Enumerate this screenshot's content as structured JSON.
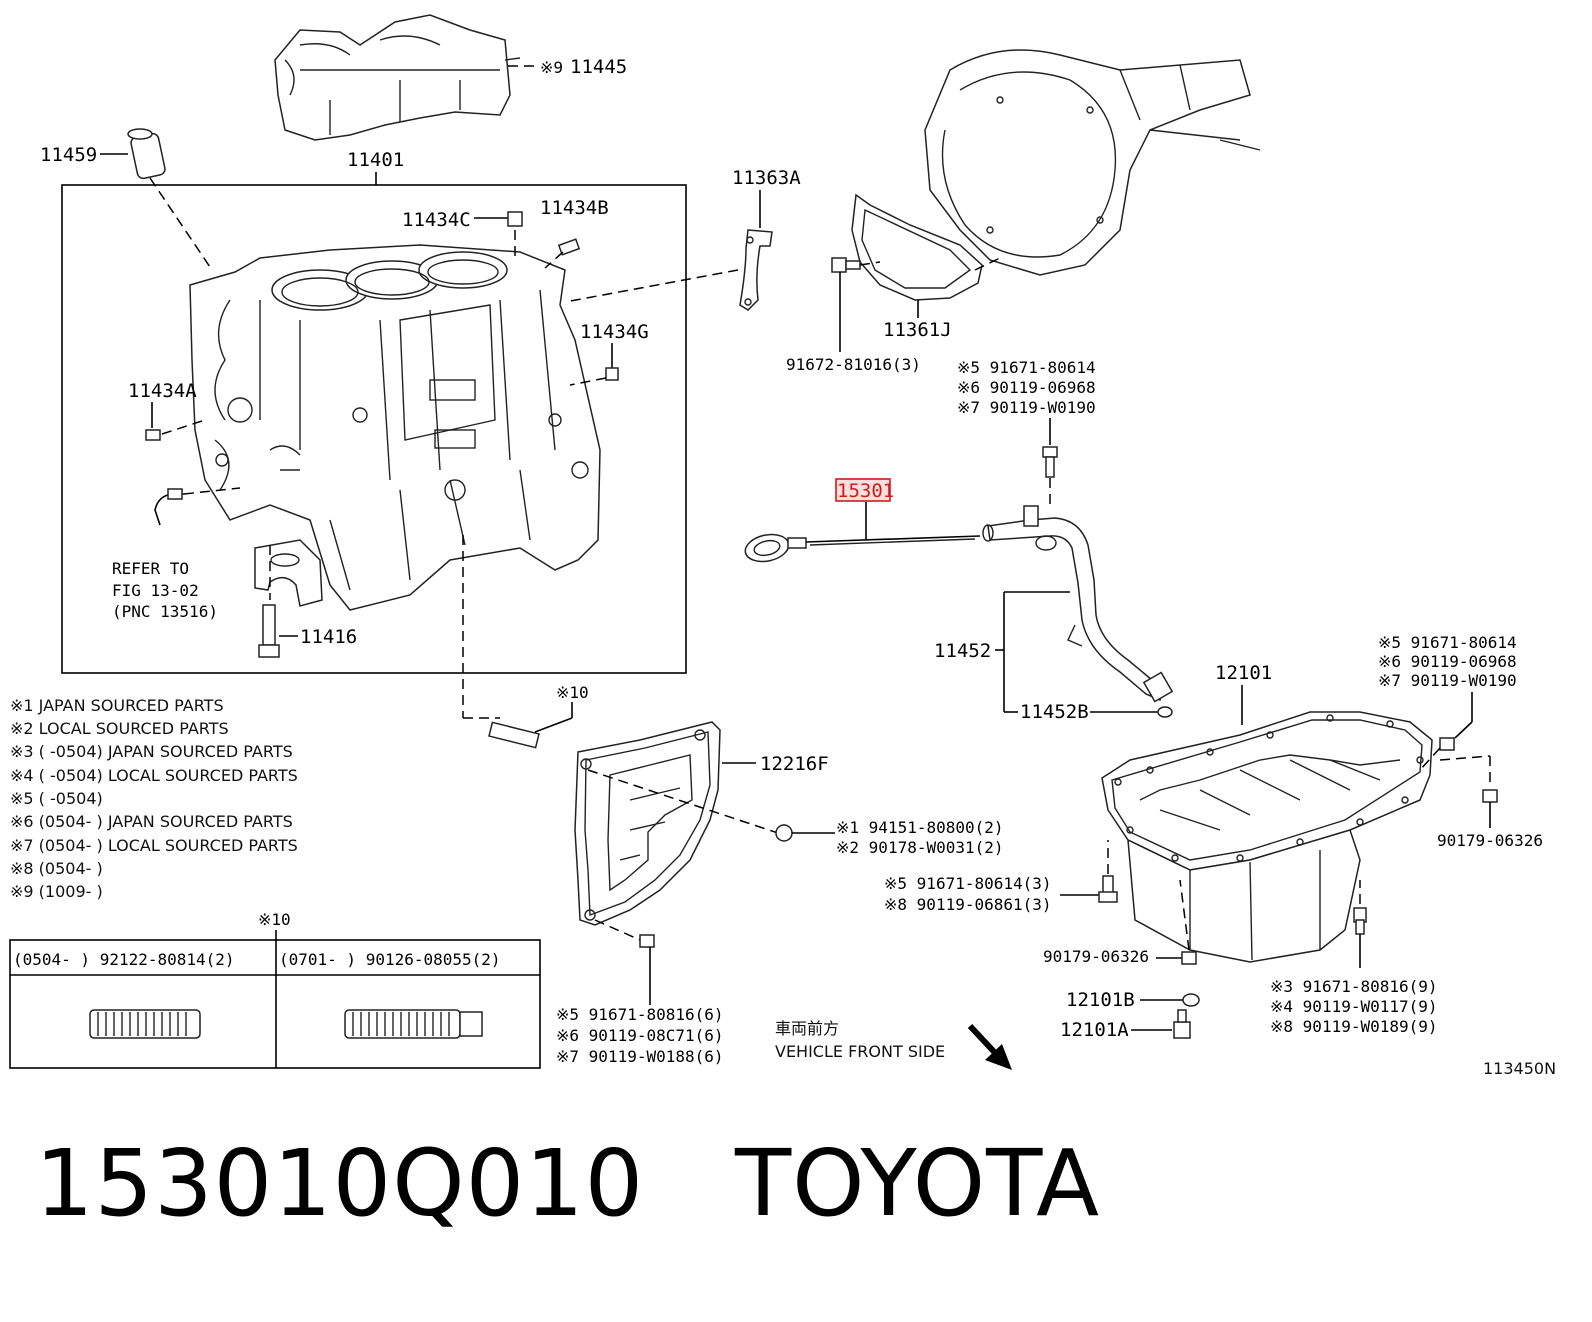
{
  "labels": {
    "p11445": "11445",
    "p11459": "11459",
    "p11401": "11401",
    "p11434C": "11434C",
    "p11434B": "11434B",
    "p11434G": "11434G",
    "p11434A": "11434A",
    "p11416": "11416",
    "p11363A": "11363A",
    "p11361J": "11361J",
    "p91672": "91672-81016(3)",
    "p15301": "15301",
    "p11452": "11452",
    "p11452B": "11452B",
    "p12101": "12101",
    "p12216F": "12216F",
    "p90179_a": "90179-06326",
    "p90179_b": "90179-06326",
    "p12101B": "12101B",
    "p12101A": "12101A",
    "refer1": "REFER TO",
    "refer2": "FIG 13-02",
    "refer3": "(PNC 13516)",
    "mark9": "※9",
    "mark10a": "※10",
    "mark10b": "※10",
    "code": "113450N"
  },
  "callouts": {
    "top_right": [
      "※5  91671-80614",
      "※6  90119-06968",
      "※7  90119-W0190"
    ],
    "pan_right": [
      "※5  91671-80614",
      "※6  90119-06968",
      "※7  90119-W0190"
    ],
    "plate_bolt": [
      "※1  94151-80800(2)",
      "※2  90178-W0031(2)"
    ],
    "pan_left": [
      "※5  91671-80614(3)",
      "※8  90119-06861(3)"
    ],
    "pan_bottom": [
      "※3  91671-80816(9)",
      "※4  90119-W0117(9)",
      "※8  90119-W0189(9)"
    ],
    "plate_bottom": [
      "※5  91671-80816(6)",
      "※6  90119-08C71(6)",
      "※7  90119-W0188(6)"
    ]
  },
  "notes": [
    "※1 JAPAN SOURCED PARTS",
    "※2 LOCAL SOURCED PARTS",
    "※3 (       -0504) JAPAN SOURCED PARTS",
    "※4 (       -0504) LOCAL SOURCED PARTS",
    "※5 (       -0504)",
    "※6 (0504-       ) JAPAN SOURCED PARTS",
    "※7 (0504-       ) LOCAL SOURCED PARTS",
    "※8 (0504-       )",
    "※9 (1009-       )"
  ],
  "table": {
    "left_header": "(0504-       ) 92122-80814(2)",
    "right_header": "(0701-       ) 90126-08055(2)"
  },
  "direction": {
    "jp": "車両前方",
    "en": "VEHICLE FRONT SIDE"
  },
  "footer": {
    "part_number": "153010Q010",
    "brand": "TOYOTA"
  },
  "colors": {
    "highlight": "#d11a1a",
    "line": "#000000"
  }
}
